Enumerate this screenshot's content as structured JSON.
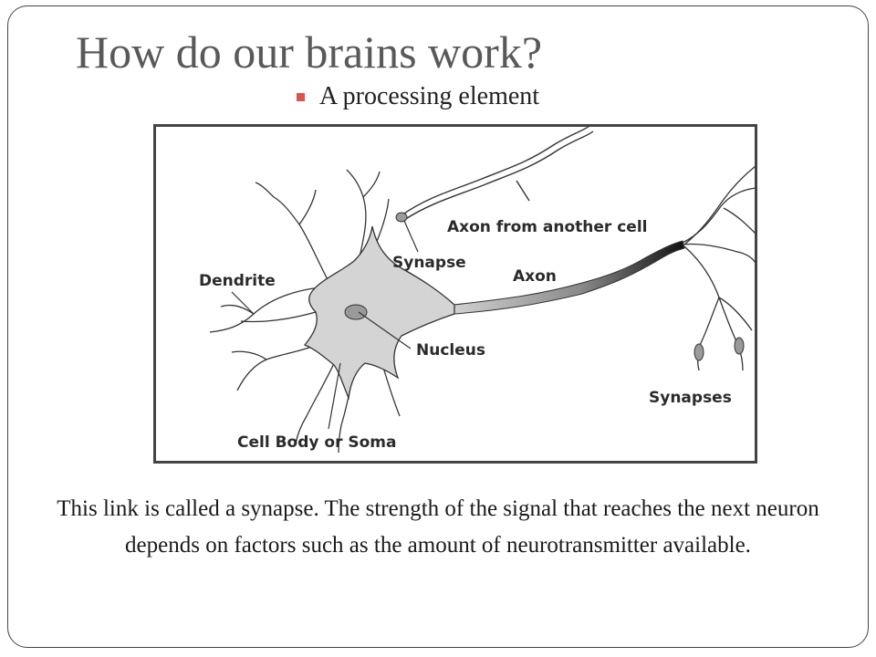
{
  "slide": {
    "title": "How do our brains work?",
    "bullet": "A processing element",
    "caption": "This link is called a synapse. The strength of the signal that reaches the next neuron depends on factors such as the amount of neurotransmitter available."
  },
  "figure": {
    "labels": {
      "axon_from_another_cell": "Axon from another cell",
      "synapse": "Synapse",
      "axon": "Axon",
      "dendrite": "Dendrite",
      "nucleus": "Nucleus",
      "synapses": "Synapses",
      "cell_body": "Cell Body or Soma"
    }
  },
  "colors": {
    "bullet": "#d9534f",
    "title": "#595959",
    "soma_fill": "#d4d4d4",
    "outline": "#333333"
  }
}
